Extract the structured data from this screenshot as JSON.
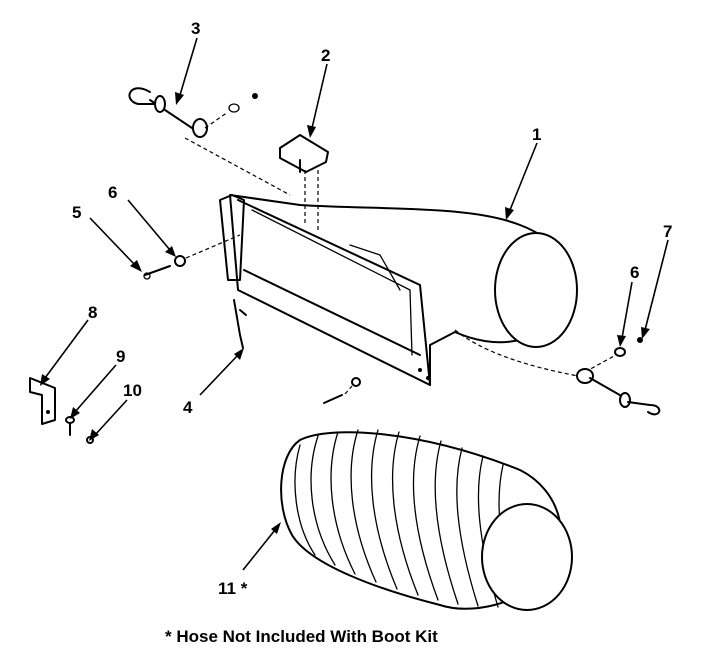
{
  "callouts": {
    "c1": "1",
    "c2": "2",
    "c3": "3",
    "c4": "4",
    "c5": "5",
    "c6a": "6",
    "c6b": "6",
    "c7": "7",
    "c8": "8",
    "c9": "9",
    "c10": "10",
    "c11": "11 *"
  },
  "footnote": "* Hose Not Included With Boot Kit"
}
